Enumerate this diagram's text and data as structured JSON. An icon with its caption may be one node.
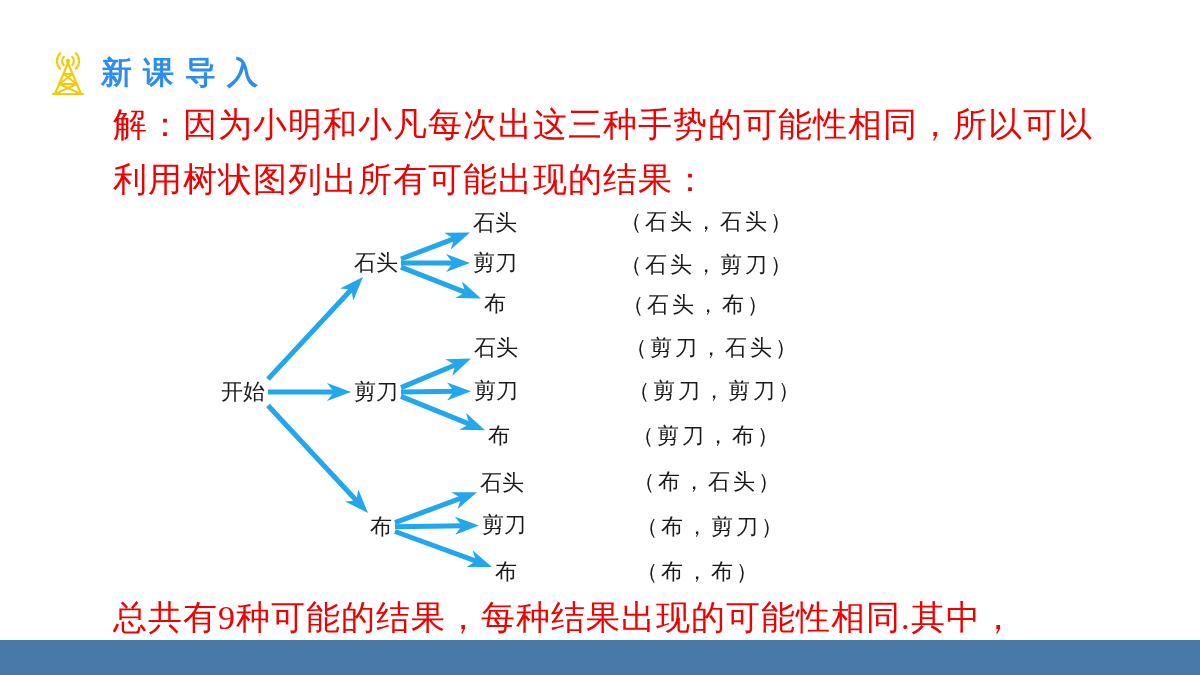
{
  "diagram": {
    "title": "新课导入",
    "nodes": [
      {
        "text": [
          "开始"
        ]
      },
      {
        "text": [
          "石头"
        ]
      },
      {
        "text": [
          "剪刀"
        ]
      },
      {
        "text": [
          "布"
        ]
      },
      {
        "text": [
          "石头"
        ]
      },
      {
        "text": [
          "剪刀"
        ]
      },
      {
        "text": [
          "布"
        ]
      },
      {
        "text": [
          "石头"
        ]
      },
      {
        "text": [
          "剪刀"
        ]
      },
      {
        "text": [
          "布"
        ]
      },
      {
        "text": [
          "石头"
        ]
      },
      {
        "text": [
          "剪刀"
        ]
      },
      {
        "text": [
          "布"
        ]
      }
    ],
    "edges": [
      {
        "from": 0,
        "to": 1,
        "arrow": "to"
      },
      {
        "from": 0,
        "to": 2,
        "arrow": "to"
      },
      {
        "from": 0,
        "to": 3,
        "arrow": "to"
      },
      {
        "from": 1,
        "to": 4,
        "arrow": "to"
      },
      {
        "from": 1,
        "to": 5,
        "arrow": "to"
      },
      {
        "from": 1,
        "to": 6,
        "arrow": "to"
      },
      {
        "from": 2,
        "to": 7,
        "arrow": "to"
      },
      {
        "from": 2,
        "to": 8,
        "arrow": "to"
      },
      {
        "from": 2,
        "to": 9,
        "arrow": "to"
      },
      {
        "from": 3,
        "to": 10,
        "arrow": "to"
      },
      {
        "from": 3,
        "to": 11,
        "arrow": "to"
      },
      {
        "from": 3,
        "to": 12,
        "arrow": "to"
      }
    ],
    "labels": [
      "解：因为小明和小凡每次出这三种手势的可能性相同，所以可以利用树状图列出所有可能出现的结果：",
      "（石头，石头）",
      "（石头，剪刀）",
      "（石头，布）",
      "（剪刀，石头）",
      "（剪刀，剪刀）",
      "（剪刀，布）",
      "（布，石头）",
      "（布，剪刀）",
      "（布，布）",
      "总共有9种可能的结果，每种结果出现的可能性相同.其中，"
    ]
  }
}
